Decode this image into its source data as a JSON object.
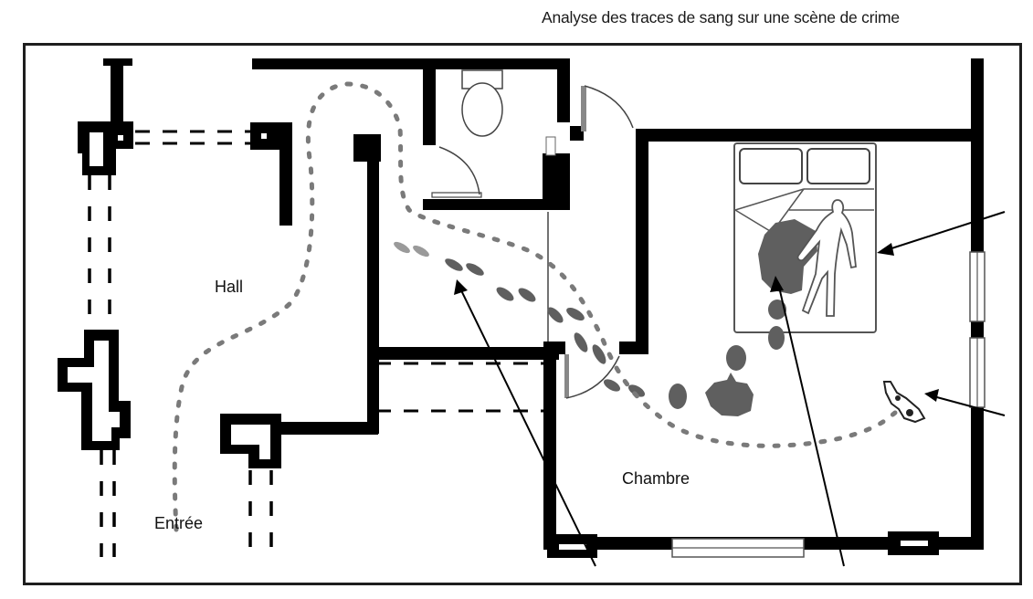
{
  "title": "Analyse des traces de sang sur une scène de crime",
  "rooms": {
    "hall": "Hall",
    "entree": "Entrée",
    "chambre": "Chambre"
  },
  "colors": {
    "wall": "#000000",
    "blood": "#5f5f5f",
    "trail": "#7a7a7a",
    "frame": "#1e1e1e"
  }
}
